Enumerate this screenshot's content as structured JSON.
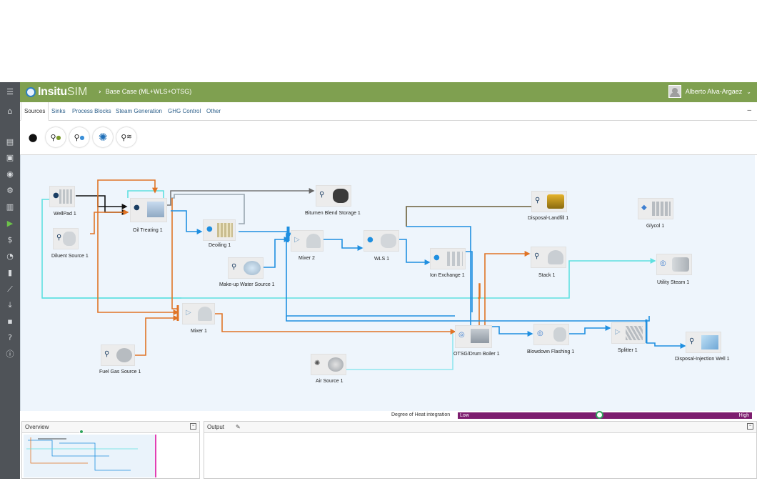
{
  "app": {
    "logo_main": "Insitu",
    "logo_sub": "SIM",
    "breadcrumb": "Base Case (ML+WLS+OTSG)",
    "user_name": "Alberto Alva-Argaez"
  },
  "rail": {
    "items": [
      "menu-icon",
      "home-icon",
      "file-icon",
      "save-icon",
      "globe-icon",
      "gear-icon",
      "document-icon",
      "play-icon",
      "dollar-icon",
      "dashboard-icon",
      "bar-chart-icon",
      "line-chart-icon",
      "download-icon",
      "disk-icon",
      "help-icon",
      "info-icon"
    ]
  },
  "tabs": {
    "items": [
      {
        "label": "Sources",
        "active": true
      },
      {
        "label": "Sinks"
      },
      {
        "label": "Process Blocks"
      },
      {
        "label": "Steam Generation"
      },
      {
        "label": "GHG Control"
      },
      {
        "label": "Other"
      }
    ],
    "collapse": "–"
  },
  "palette": {
    "items": [
      "oil-drop-icon",
      "diluent-tap-icon",
      "water-tap-icon",
      "air-fan-icon",
      "gas-tap-icon"
    ]
  },
  "nodes": [
    {
      "id": "wellpad",
      "label": "WellPad 1",
      "icon": "oil-drop-icon"
    },
    {
      "id": "diluent",
      "label": "Diluent Source 1",
      "icon": "diluent-tap-icon"
    },
    {
      "id": "oiltreat",
      "label": "Oil Treating 1",
      "icon": "oil-drop-icon"
    },
    {
      "id": "deoiling",
      "label": "Deoiling 1",
      "icon": "water-drop-icon"
    },
    {
      "id": "makeup",
      "label": "Make-up Water Source 1",
      "icon": "water-tap-icon"
    },
    {
      "id": "bitumen",
      "label": "Bitumen Blend Storage 1",
      "icon": "oil-tap-icon"
    },
    {
      "id": "mixer2",
      "label": "Mixer 2",
      "icon": "mixer-icon"
    },
    {
      "id": "wls",
      "label": "WLS 1",
      "icon": "water-drop-icon"
    },
    {
      "id": "ionex",
      "label": "Ion Exchange 1",
      "icon": "water-drop-icon"
    },
    {
      "id": "landfill",
      "label": "Disposal-Landfill 1",
      "icon": "oil-tap-icon"
    },
    {
      "id": "glycol",
      "label": "Glycol 1",
      "icon": "glycol-icon"
    },
    {
      "id": "stack",
      "label": "Stack 1",
      "icon": "stack-icon"
    },
    {
      "id": "utility",
      "label": "Utility Steam 1",
      "icon": "steam-icon"
    },
    {
      "id": "mixer1",
      "label": "Mixer 1",
      "icon": "mixer-icon"
    },
    {
      "id": "fuelgas",
      "label": "Fuel Gas Source 1",
      "icon": "gas-tap-icon"
    },
    {
      "id": "otsg",
      "label": "OTSG/Drum Boiler 1",
      "icon": "boiler-icon"
    },
    {
      "id": "blowdown",
      "label": "Blowdown Flashing 1",
      "icon": "flash-icon"
    },
    {
      "id": "splitter",
      "label": "Splitter 1",
      "icon": "splitter-icon"
    },
    {
      "id": "injwell",
      "label": "Disposal-Injection Well 1",
      "icon": "water-tap-icon"
    },
    {
      "id": "air",
      "label": "Air Source 1",
      "icon": "air-fan-icon"
    }
  ],
  "heat": {
    "label": "Degree of Heat integration",
    "low": "Low",
    "high": "High",
    "level": 0.48,
    "color": "#7d1d6f"
  },
  "panels": {
    "overview_title": "Overview",
    "output_title": "Output"
  },
  "colors": {
    "oil": "#111111",
    "water": "#1f8fe0",
    "steam": "#5fe0e0",
    "gas": "#e07426",
    "diluent": "#6b5f3a",
    "accent": "#7fa050"
  }
}
